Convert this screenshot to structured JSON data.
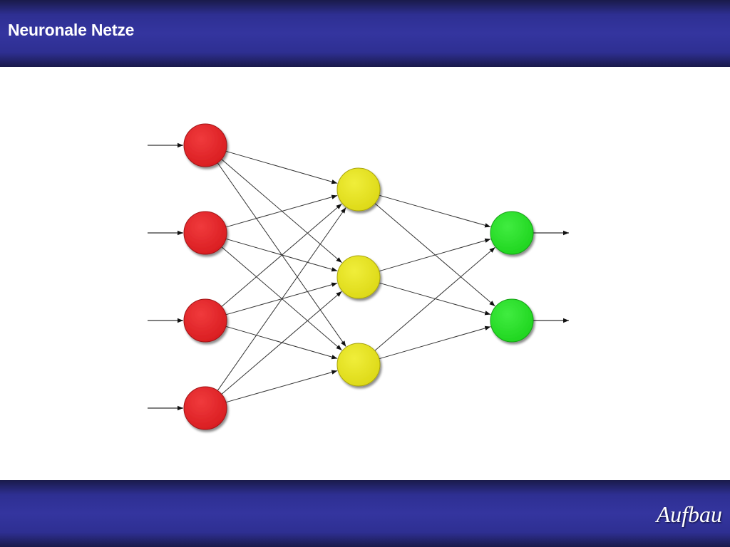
{
  "slide": {
    "title": "Neuronale Netze",
    "subtitle": "Aufbau"
  },
  "colors": {
    "header": "#2e2f92",
    "input_neuron": "#e52226",
    "hidden_neuron": "#e5e21e",
    "output_neuron": "#26e026",
    "connection": "#333333"
  },
  "network": {
    "layers": [
      {
        "role": "input",
        "neurons": 4,
        "color": "#e52226"
      },
      {
        "role": "hidden",
        "neurons": 3,
        "color": "#e5e21e"
      },
      {
        "role": "output",
        "neurons": 2,
        "color": "#26e026"
      }
    ],
    "fully_connected": true,
    "inputs_per_input_neuron": 1,
    "outputs_per_output_neuron": 1
  }
}
